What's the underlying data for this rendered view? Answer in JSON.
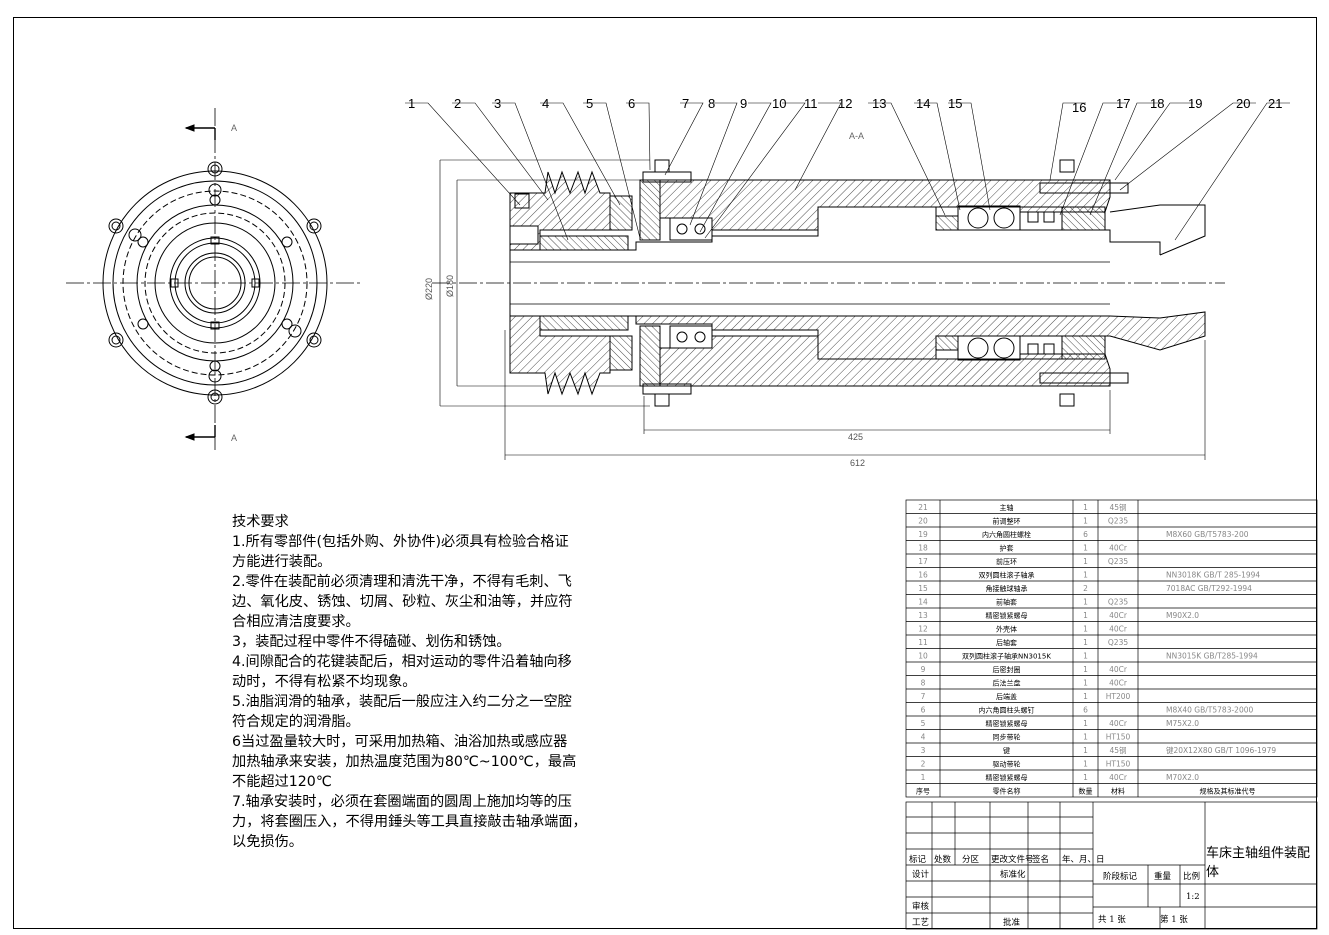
{
  "balloons": [
    "1",
    "2",
    "3",
    "4",
    "5",
    "6",
    "7",
    "8",
    "9",
    "10",
    "11",
    "12",
    "13",
    "14",
    "15",
    "16",
    "17",
    "18",
    "19",
    "20",
    "21"
  ],
  "section_label": "A-A",
  "cut_marks": [
    "A",
    "A"
  ],
  "dimensions": {
    "d_outer": "Ø220",
    "d_inner": "Ø180",
    "len_425": "425",
    "len_612": "612"
  },
  "notes": {
    "title": "技术要求",
    "lines": [
      "1.所有零部件(包括外购、外协件)必须具有检验合格证",
      "方能进行装配。",
      "2.零件在装配前必须清理和清洗干净，不得有毛刺、飞",
      "边、氧化皮、锈蚀、切屑、砂粒、灰尘和油等，并应符",
      "合相应清洁度要求。",
      "3，装配过程中零件不得磕碰、划伤和锈蚀。",
      "4.间隙配合的花键装配后，相对运动的零件沿着轴向移",
      "动时，不得有松紧不均现象。",
      "5.油脂润滑的轴承，装配后一般应注入约二分之一空腔",
      "符合规定的润滑脂。",
      "6当过盈量较大时，可采用加热箱、油浴加热或感应器",
      "加热轴承来安装，加热温度范围为80℃~100℃，最高",
      "不能超过120℃",
      "7.轴承安装时，必须在套圈端面的圆周上施加均等的压",
      "力，将套圈压入，不得用錘头等工具直接敲击轴承端面，",
      "以免损伤。"
    ]
  },
  "bom": {
    "rows": [
      {
        "no": "21",
        "name": "主轴",
        "qty": "1",
        "mat": "45钢",
        "spec": ""
      },
      {
        "no": "20",
        "name": "前调整环",
        "qty": "1",
        "mat": "Q235",
        "spec": ""
      },
      {
        "no": "19",
        "name": "内六角圆柱螺栓",
        "qty": "6",
        "mat": "",
        "spec": "M8X60 GB/T5783-200"
      },
      {
        "no": "18",
        "name": "护套",
        "qty": "1",
        "mat": "40Cr",
        "spec": ""
      },
      {
        "no": "17",
        "name": "前压环",
        "qty": "1",
        "mat": "Q235",
        "spec": ""
      },
      {
        "no": "16",
        "name": "双列圆柱滚子轴承",
        "qty": "1",
        "mat": "",
        "spec": "NN3018K GB/T 285-1994"
      },
      {
        "no": "15",
        "name": "角接触球轴承",
        "qty": "2",
        "mat": "",
        "spec": "7018AC GB/T292-1994"
      },
      {
        "no": "14",
        "name": "前轴套",
        "qty": "1",
        "mat": "Q235",
        "spec": ""
      },
      {
        "no": "13",
        "name": "精密锁紧螺母",
        "qty": "1",
        "mat": "40Cr",
        "spec": "M90X2.0"
      },
      {
        "no": "12",
        "name": "外壳体",
        "qty": "1",
        "mat": "40Cr",
        "spec": ""
      },
      {
        "no": "11",
        "name": "后轴套",
        "qty": "1",
        "mat": "Q235",
        "spec": ""
      },
      {
        "no": "10",
        "name": "双列圆柱滚子轴承NN3015K",
        "qty": "1",
        "mat": "",
        "spec": "NN3015K GB/T285-1994"
      },
      {
        "no": "9",
        "name": "后密封圈",
        "qty": "1",
        "mat": "40Cr",
        "spec": ""
      },
      {
        "no": "8",
        "name": "后法兰盘",
        "qty": "1",
        "mat": "40Cr",
        "spec": ""
      },
      {
        "no": "7",
        "name": "后端盖",
        "qty": "1",
        "mat": "HT200",
        "spec": ""
      },
      {
        "no": "6",
        "name": "内六角圆柱头螺钉",
        "qty": "6",
        "mat": "",
        "spec": "M8X40 GB/T5783-2000"
      },
      {
        "no": "5",
        "name": "精密锁紧螺母",
        "qty": "1",
        "mat": "40Cr",
        "spec": "M75X2.0"
      },
      {
        "no": "4",
        "name": "同步带轮",
        "qty": "1",
        "mat": "HT150",
        "spec": ""
      },
      {
        "no": "3",
        "name": "键",
        "qty": "1",
        "mat": "45钢",
        "spec": "键20X12X80 GB/T 1096-1979"
      },
      {
        "no": "2",
        "name": "驱动带轮",
        "qty": "1",
        "mat": "HT150",
        "spec": ""
      },
      {
        "no": "1",
        "name": "精密锁紧螺母",
        "qty": "1",
        "mat": "40Cr",
        "spec": "M70X2.0"
      }
    ],
    "header": {
      "no": "序号",
      "name": "零件名称",
      "qty": "数量",
      "mat": "材料",
      "spec": "规格及其标准代号"
    }
  },
  "title_block": {
    "mark": "标记",
    "count": "处数",
    "zone": "分区",
    "doc": "更改文件号",
    "sign": "签名",
    "date": "年、月、日",
    "design": "设计",
    "standard": "标准化",
    "review": "审核",
    "process": "工艺",
    "approve": "批准",
    "stage": "阶段标记",
    "weight": "重量",
    "scale_label": "比例",
    "scale": "1:2",
    "total": "共  1  张",
    "sheet": "第  1  张",
    "title": "车床主轴组件装配体"
  }
}
